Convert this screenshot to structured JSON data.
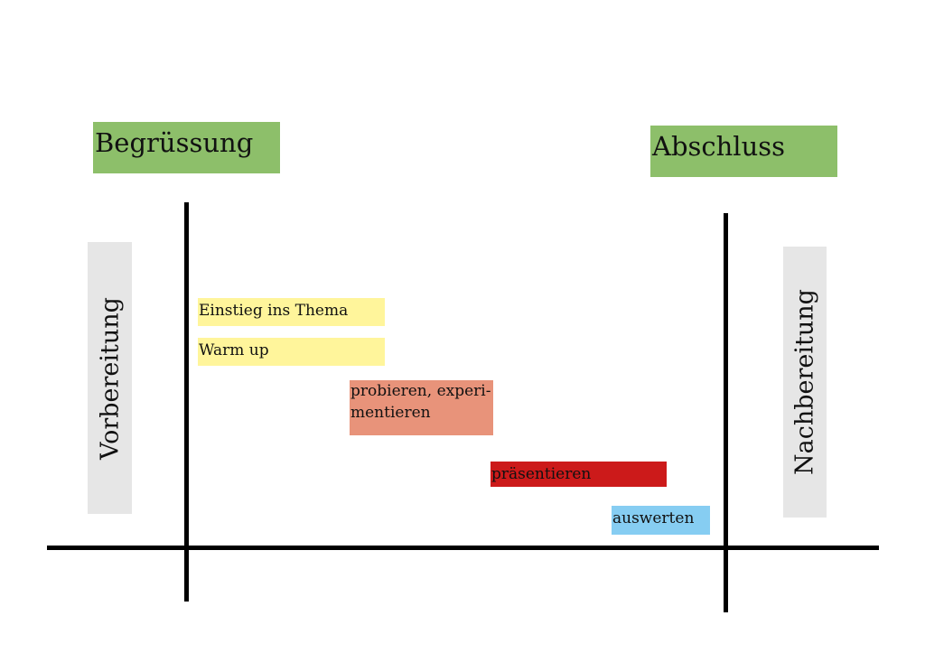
{
  "header": {
    "start": "Begrüssung",
    "end": "Abschluss"
  },
  "sides": {
    "before": "Vorbereitung",
    "after": "Nachbereitung"
  },
  "tasks": [
    {
      "label": "Einstieg ins Thema",
      "color": "#fff59b"
    },
    {
      "label": "Warm up",
      "color": "#fff59b"
    },
    {
      "label": "probieren, experi-",
      "label2": "mentieren",
      "color": "#e8937a"
    },
    {
      "label": "präsentieren",
      "color": "#cc1a1a"
    },
    {
      "label": "auswerten",
      "color": "#86cdf2"
    }
  ],
  "colors": {
    "green": "#8dbf6a",
    "grey": "#e6e6e6"
  }
}
